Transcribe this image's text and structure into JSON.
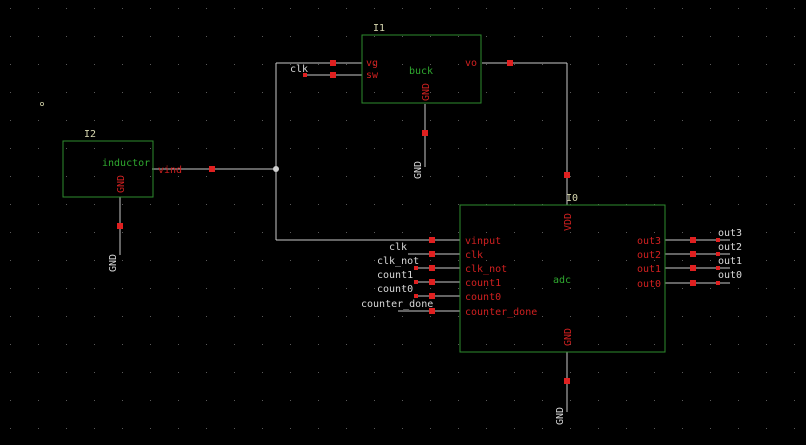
{
  "colors": {
    "background": "#000000",
    "grid_dot": "#5a5a5a",
    "wire": "#c8c8c8",
    "symbol_outline": "#2e8b2e",
    "symbol_label": "#2fa82f",
    "pin_label": "#d02020",
    "pin_marker": "#e02020",
    "net_label": "#d8d8d8",
    "instance_label": "#d8d8b0",
    "junction": "#d0d0d0"
  },
  "instances": {
    "i1": {
      "name": "I1",
      "cell": "buck",
      "pins": {
        "vg": "vg",
        "sw": "sw",
        "vo": "vo",
        "gnd": "GND"
      }
    },
    "i2": {
      "name": "I2",
      "cell": "inductor",
      "pins": {
        "vind": "vind",
        "gnd": "GND"
      }
    },
    "i0": {
      "name": "I0",
      "cell": "adc",
      "pins": {
        "vdd": "VDD",
        "gnd": "GND",
        "vinput": "vinput",
        "clk": "clk",
        "clk_not": "clk_not",
        "count1": "count1",
        "count0": "count0",
        "counter_done": "counter_done",
        "out3": "out3",
        "out2": "out2",
        "out1": "out1",
        "out0": "out0"
      }
    }
  },
  "nets": {
    "clk_buck": "clk",
    "gnd_buck": "GND",
    "gnd_inductor": "GND",
    "gnd_adc": "GND",
    "clk": "clk",
    "clk_not": "clk_not",
    "count1": "count1",
    "count0": "count0",
    "counter_done": "counter_done",
    "out3": "out3",
    "out2": "out2",
    "out1": "out1",
    "out0": "out0"
  }
}
